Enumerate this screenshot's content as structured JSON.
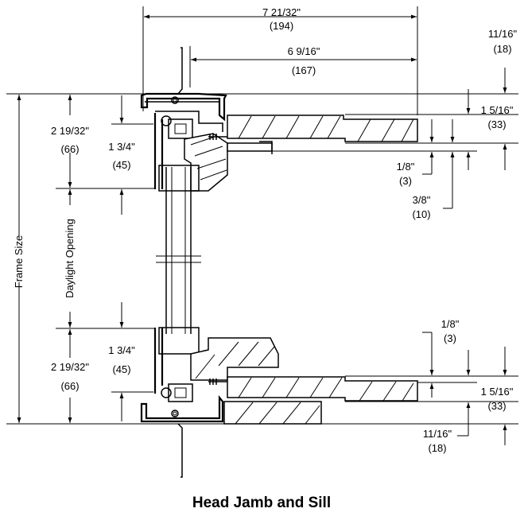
{
  "caption": "Head Jamb and Sill",
  "dimensions": {
    "overall_width": {
      "imperial": "7 21/32\"",
      "metric": "(194)"
    },
    "inner_width": {
      "imperial": "6 9/16\"",
      "metric": "(167)"
    },
    "head_top_offset": {
      "imperial": "11/16\"",
      "metric": "(18)"
    },
    "head_right_depth": {
      "imperial": "1 5/16\"",
      "metric": "(33)"
    },
    "head_small_gap": {
      "imperial": "1/8\"",
      "metric": "(3)"
    },
    "head_recess": {
      "imperial": "3/8\"",
      "metric": "(10)"
    },
    "head_left_depth": {
      "imperial": "2 19/32\"",
      "metric": "(66)"
    },
    "head_sash": {
      "imperial": "1 3/4\"",
      "metric": "(45)"
    },
    "sill_left_depth": {
      "imperial": "2 19/32\"",
      "metric": "(66)"
    },
    "sill_sash": {
      "imperial": "1 3/4\"",
      "metric": "(45)"
    },
    "sill_small_gap": {
      "imperial": "1/8\"",
      "metric": "(3)"
    },
    "sill_right_depth": {
      "imperial": "1 5/16\"",
      "metric": "(33)"
    },
    "sill_bottom_offset": {
      "imperial": "11/16\"",
      "metric": "(18)"
    }
  },
  "vertical_labels": {
    "frame_size": "Frame Size",
    "daylight_opening": "Daylight Opening"
  }
}
